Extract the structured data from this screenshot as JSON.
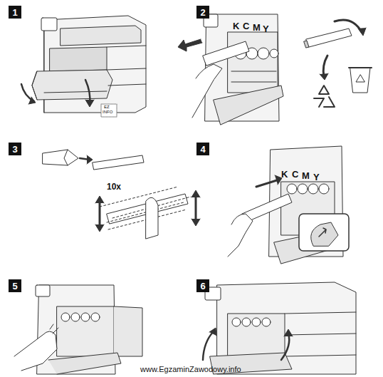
{
  "diagram": {
    "nodes": [
      {
        "text": [
          "1"
        ]
      },
      {
        "text": [
          "2"
        ]
      },
      {
        "text": [
          "3"
        ]
      },
      {
        "text": [
          "4"
        ]
      },
      {
        "text": [
          "5"
        ]
      },
      {
        "text": [
          "6"
        ]
      }
    ],
    "labels": [
      "EZ",
      "INFO",
      "K",
      "C",
      "M",
      "Y",
      "10x",
      "K",
      "C",
      "M",
      "Y",
      "www.EgzaminZawodowy.info"
    ]
  }
}
